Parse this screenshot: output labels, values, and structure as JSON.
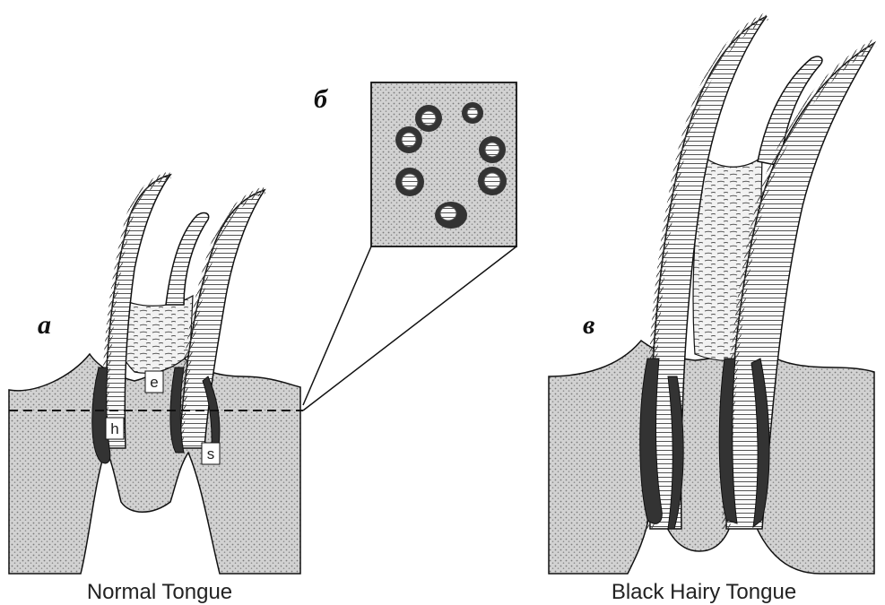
{
  "panels": {
    "a": {
      "letter": "а",
      "caption": "Normal Tongue"
    },
    "b": {
      "letter": "б"
    },
    "c": {
      "letter": "в",
      "caption": "Black Hairy Tongue"
    }
  },
  "labels": {
    "e": "e",
    "h": "h",
    "s": "s"
  },
  "colors": {
    "tissue": "#c9c9c9",
    "pigment": "#333333",
    "outline": "#111111",
    "white": "#ffffff"
  }
}
